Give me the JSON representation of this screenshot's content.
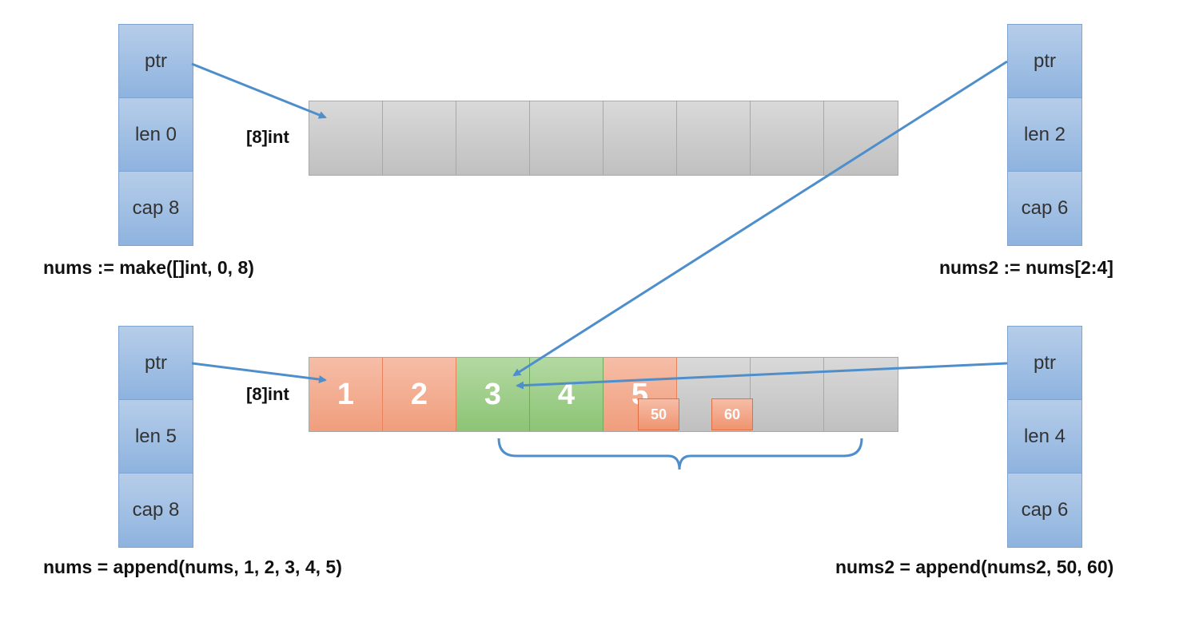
{
  "array_type": "[8]int",
  "slices": {
    "nums_make": {
      "ptr": "ptr",
      "len": "len 0",
      "cap": "cap 8",
      "caption": "nums := make([]int, 0, 8)"
    },
    "nums2_slice": {
      "ptr": "ptr",
      "len": "len 2",
      "cap": "cap 6",
      "caption": "nums2 := nums[2:4]"
    },
    "nums_append": {
      "ptr": "ptr",
      "len": "len 5",
      "cap": "cap 8",
      "caption": "nums = append(nums, 1, 2, 3, 4, 5)"
    },
    "nums2_append": {
      "ptr": "ptr",
      "len": "len 4",
      "cap": "cap 6",
      "caption": "nums2 = append(nums2, 50, 60)"
    }
  },
  "top_array": {
    "cells": [
      "",
      "",
      "",
      "",
      "",
      "",
      "",
      ""
    ]
  },
  "bottom_array": {
    "cells": [
      "1",
      "2",
      "3",
      "4",
      "5",
      "",
      "",
      ""
    ],
    "overlay_values": [
      "50",
      "60"
    ]
  },
  "colors": {
    "header_blue": "#8eb3df",
    "arrow_blue": "#4e8fcb",
    "cell_gray": "#c8c8c8",
    "cell_orange": "#f09e7c",
    "cell_green": "#8cc474"
  }
}
